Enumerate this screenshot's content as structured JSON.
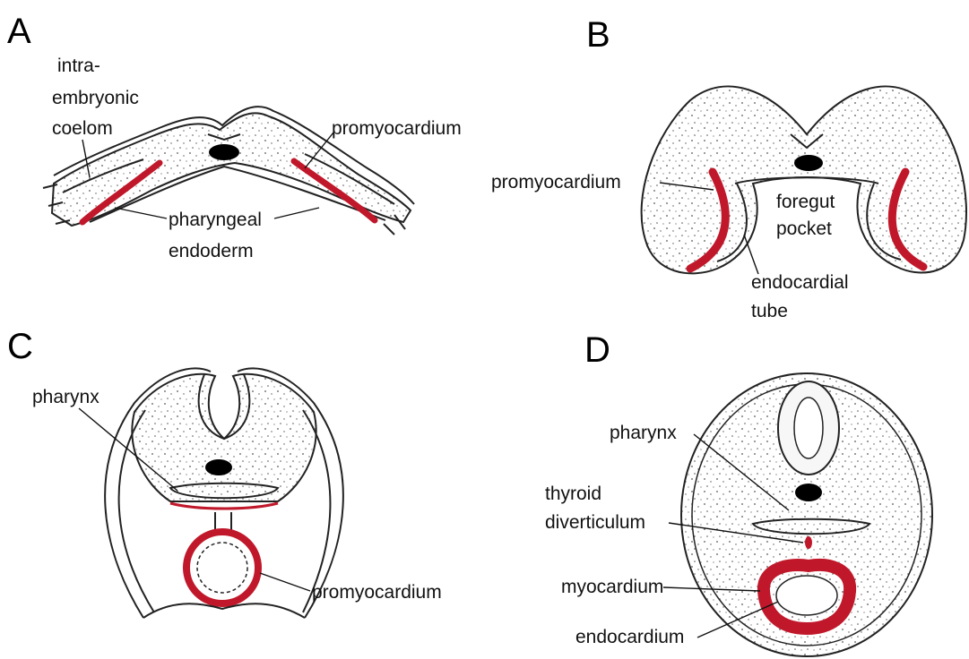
{
  "panels": {
    "a": {
      "letter": "A",
      "labels": {
        "coelom_line1": "intra-",
        "coelom_line2": "embryonic",
        "coelom_line3": "coelom",
        "promyocardium": "promyocardium",
        "endoderm_line1": "pharyngeal",
        "endoderm_line2": "endoderm"
      }
    },
    "b": {
      "letter": "B",
      "labels": {
        "promyocardium": "promyocardium",
        "foregut_line1": "foregut",
        "foregut_line2": "pocket",
        "endocardial_line1": "endocardial",
        "endocardial_line2": "tube"
      }
    },
    "c": {
      "letter": "C",
      "labels": {
        "pharynx": "pharynx",
        "promyocardium": "promyocardium"
      }
    },
    "d": {
      "letter": "D",
      "labels": {
        "pharynx": "pharynx",
        "thyroid_line1": "thyroid",
        "thyroid_line2": "diverticulum",
        "myocardium": "myocardium",
        "endocardium": "endocardium"
      }
    }
  },
  "colors": {
    "heart_tissue": "#c0182a",
    "notochord": "#000000",
    "outline": "#222222"
  }
}
